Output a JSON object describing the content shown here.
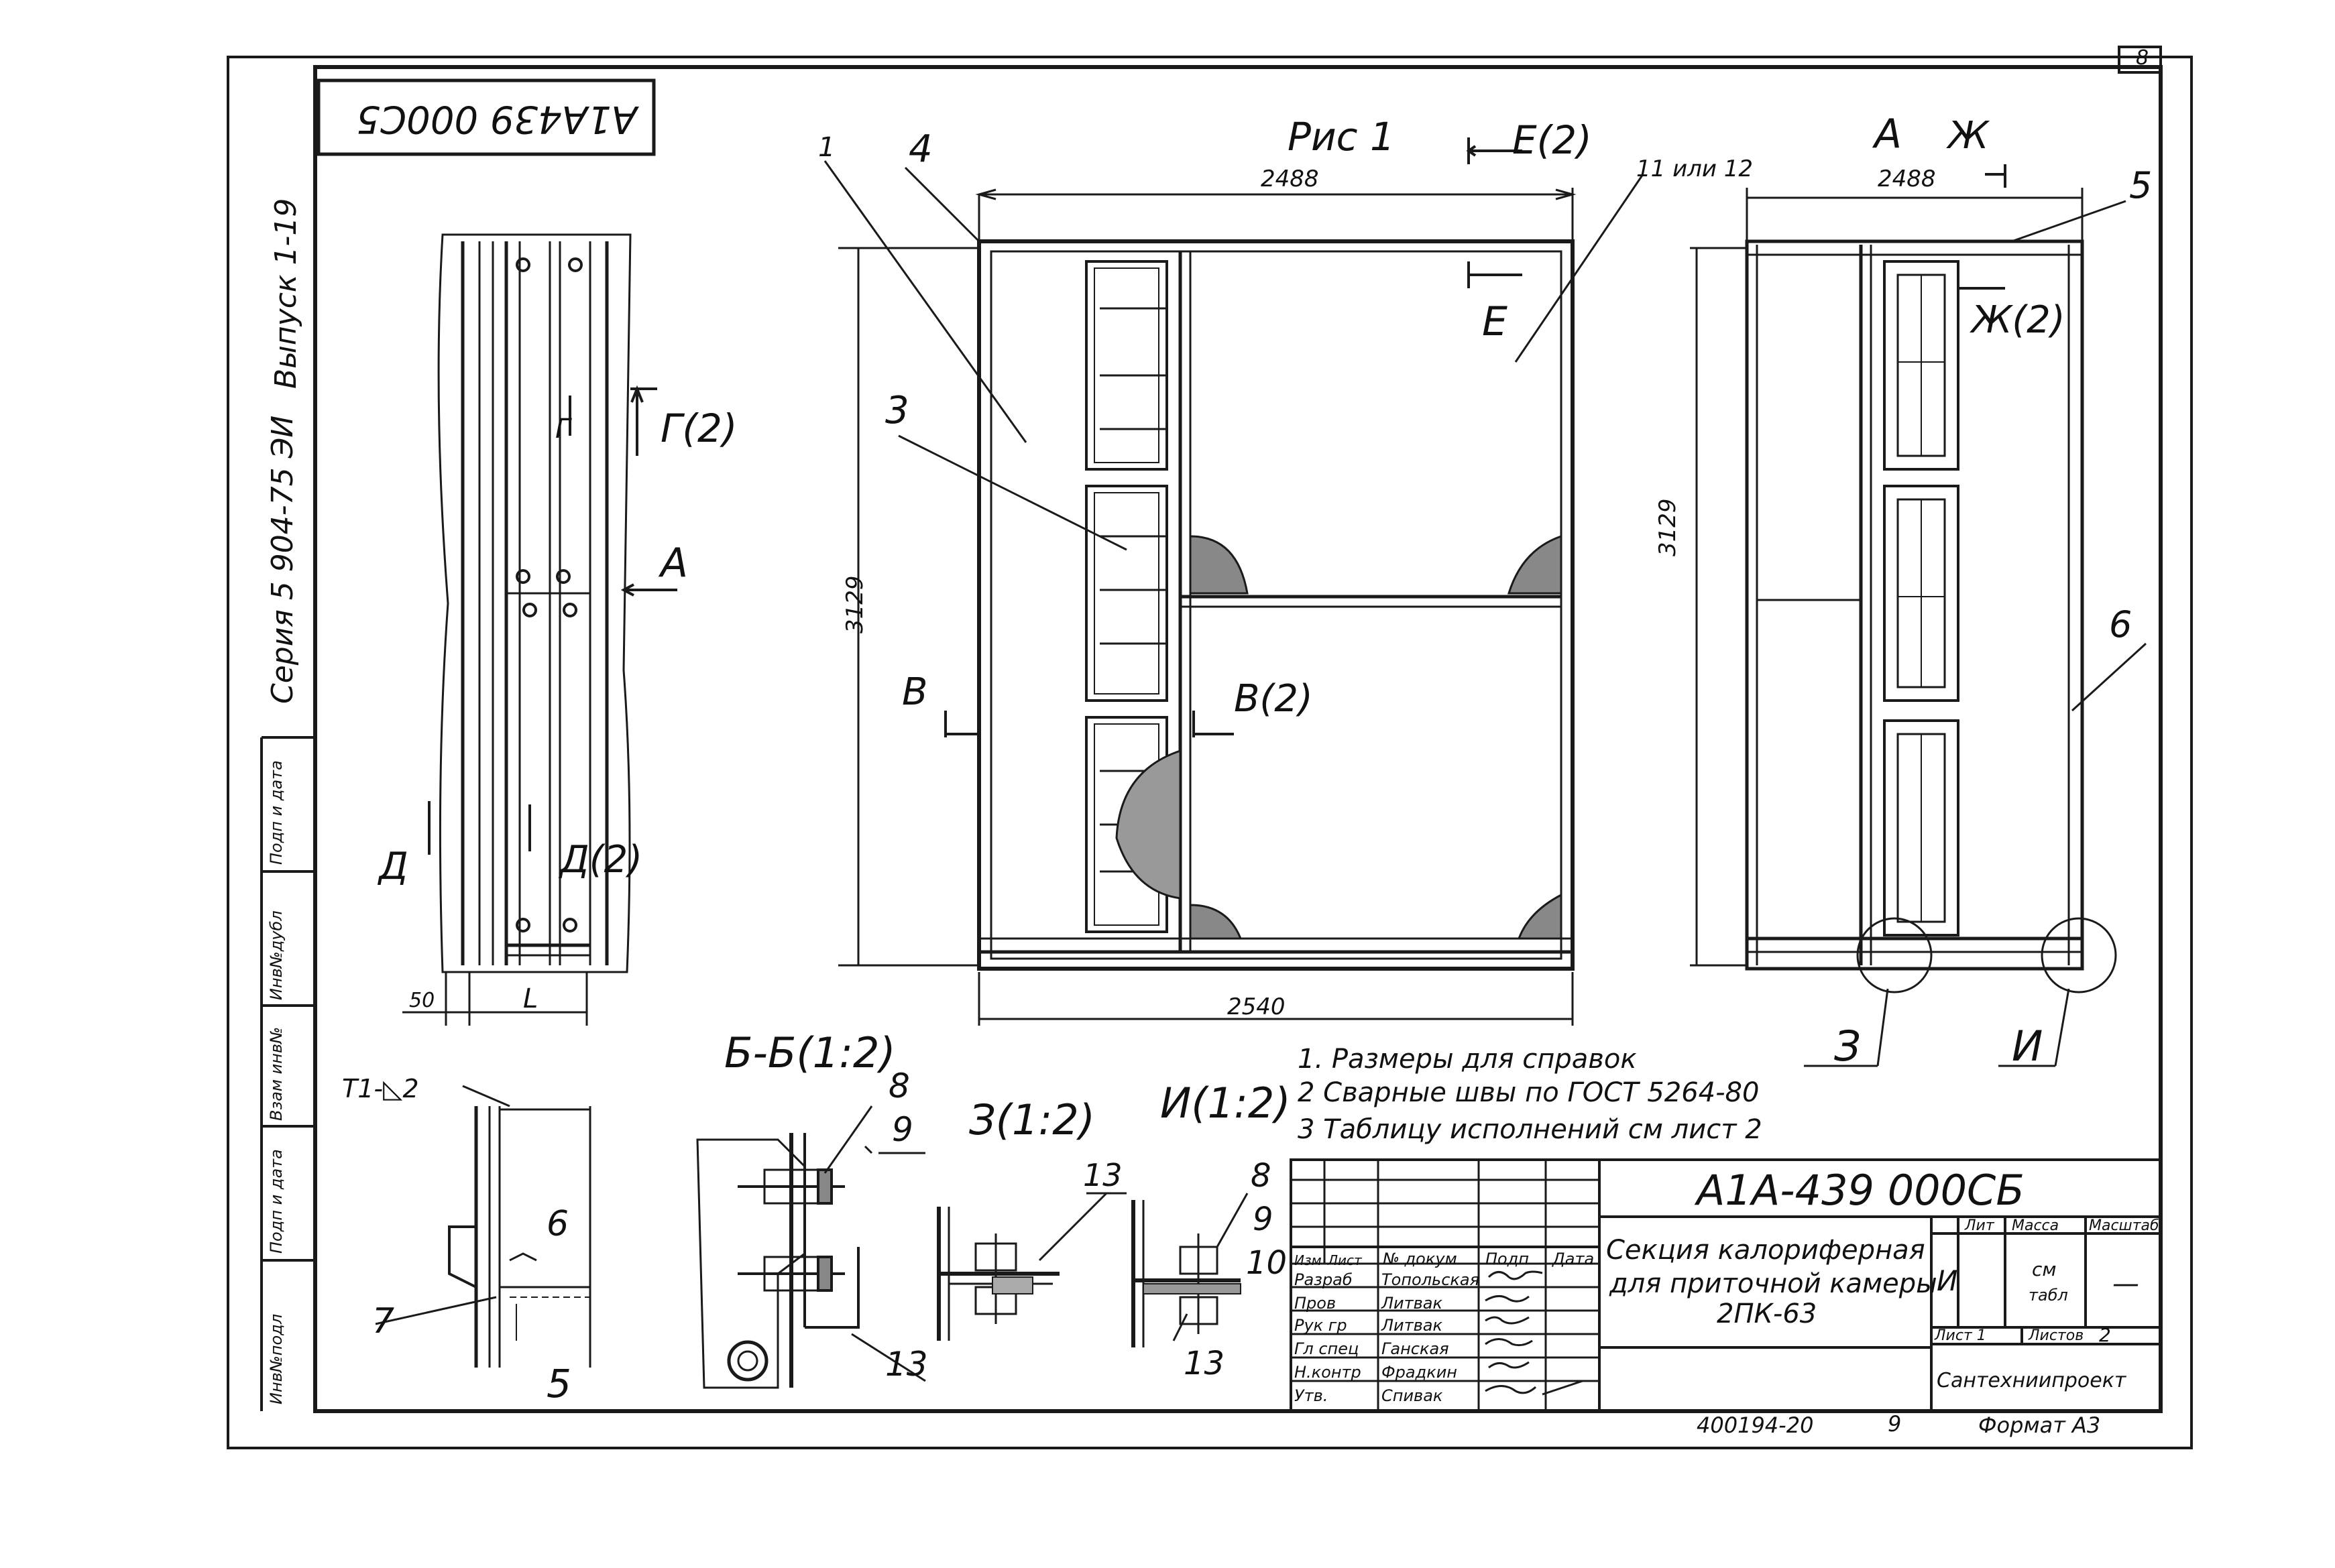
{
  "sheet": {
    "number": "8",
    "doc_code_mirrored": "A1A439 000C5",
    "series": "Серия 5 904-75 ЭИ",
    "issue": "Выпуск 1-19",
    "left_strip": [
      "Инв№подл",
      "Подп и дата",
      "Взам инв№",
      "Инв№дубл",
      "Подп и дата"
    ]
  },
  "figure": {
    "title": "Рис 1",
    "dim_width": "2488",
    "dim_bottom": "2540",
    "dim_height": "3129",
    "labels": {
      "pos1": "1",
      "pos3": "3",
      "pos4": "4",
      "pos11": "11 или 12",
      "sec_e2": "Е(2)",
      "sec_e": "Е",
      "sec_v": "В",
      "sec_v2": "В(2)"
    }
  },
  "view_a": {
    "title": "А",
    "title2": "Ж",
    "dim_width": "2488",
    "dim_height": "3129",
    "pos5": "5",
    "pos6": "6",
    "sec_zh2": "Ж(2)",
    "callout_z": "З",
    "callout_i": "И"
  },
  "side_view": {
    "sec_g2": "Г(2)",
    "sec_g": "Г",
    "arrow_a": "А",
    "sec_d": "Д",
    "sec_d2": "Д(2)",
    "dim_50": "50",
    "dim_l": "L"
  },
  "detail_d": {
    "weld": "Т1-◺2",
    "pos6": "6",
    "pos7": "7",
    "pos5": "5"
  },
  "section_bb": {
    "title": "Б-Б(1:2)",
    "pos8": "8",
    "pos9": "9",
    "pos13": "13"
  },
  "detail_z": {
    "title": "З(1:2)",
    "pos13": "13"
  },
  "detail_i": {
    "title": "И(1:2)",
    "pos8": "8",
    "pos9": "9",
    "pos10": "10",
    "pos13": "13"
  },
  "notes": [
    "1. Размеры для справок",
    "2 Сварные швы по ГОСТ 5264-80",
    "3 Таблицу исполнений см лист 2"
  ],
  "title_block": {
    "designation": "А1А-439 000СБ",
    "name_line1": "Секция калориферная",
    "name_line2": "для приточной камеры",
    "name_line3": "2ПК-63",
    "header_cols": [
      "Изм",
      "Лист",
      "№ докум",
      "Подп",
      "Дата"
    ],
    "rows": [
      {
        "role": "Разраб",
        "name": "Топольская"
      },
      {
        "role": "Пров",
        "name": "Литвак"
      },
      {
        "role": "Рук гр",
        "name": "Литвак"
      },
      {
        "role": "Гл спец",
        "name": "Ганская"
      },
      {
        "role": "Н.контр",
        "name": "Фрадкин"
      },
      {
        "role": "Утв.",
        "name": "Спивак"
      }
    ],
    "lit_label": "Лит",
    "mass_label": "Масса",
    "scale_label": "Масштаб",
    "lit_value": "И",
    "mass_value_1": "см",
    "mass_value_2": "табл",
    "scale_value": "—",
    "sheet_label": "Лист 1",
    "sheets_label": "Листов",
    "sheets_value": "2",
    "org": "Сантехниипроект"
  },
  "footer": {
    "order_no": "400194-20",
    "copy_no": "9",
    "format": "Формат А3"
  }
}
